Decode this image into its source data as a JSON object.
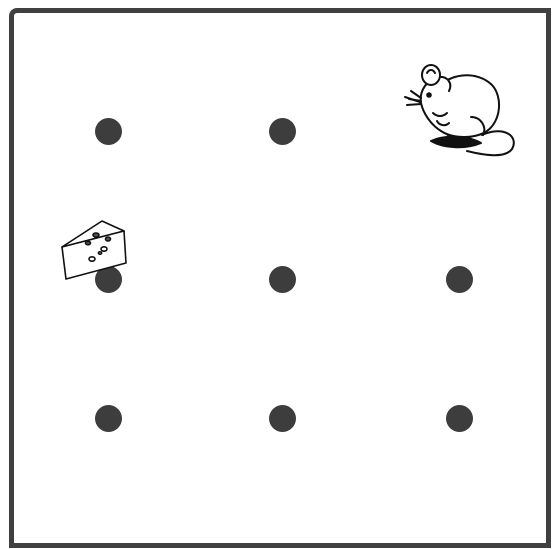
{
  "game": {
    "grid": {
      "rows": 3,
      "cols": 3,
      "cells": [
        {
          "row": 0,
          "col": 0,
          "has_dot": true
        },
        {
          "row": 0,
          "col": 1,
          "has_dot": true
        },
        {
          "row": 0,
          "col": 2,
          "has_dot": true,
          "occupant": "mouse"
        },
        {
          "row": 1,
          "col": 0,
          "has_dot": true,
          "occupant": "cheese"
        },
        {
          "row": 1,
          "col": 1,
          "has_dot": true
        },
        {
          "row": 1,
          "col": 2,
          "has_dot": true
        },
        {
          "row": 2,
          "col": 0,
          "has_dot": true
        },
        {
          "row": 2,
          "col": 1,
          "has_dot": true
        },
        {
          "row": 2,
          "col": 2,
          "has_dot": true
        }
      ]
    },
    "mouse": {
      "icon": "mouse-icon",
      "row": 0,
      "col": 2
    },
    "cheese": {
      "icon": "cheese-icon",
      "row": 1,
      "col": 0
    },
    "colors": {
      "dot": "#3d3d3d",
      "frame": "#404040",
      "background": "#ffffff"
    }
  }
}
